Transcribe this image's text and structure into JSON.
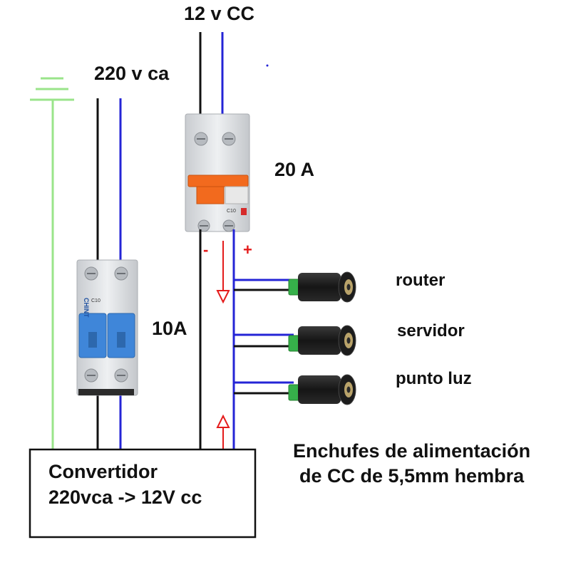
{
  "labels": {
    "dc_input": "12 v CC",
    "ac_input": "220 v ca",
    "breaker_dc_rating": "20 A",
    "breaker_ac_rating": "10A",
    "negative_sign": "-",
    "positive_sign": "+",
    "converter_line1": "Convertidor",
    "converter_line2": "220vca -> 12V cc",
    "connectors_line1": "Enchufes de alimentación",
    "connectors_line2": "de CC de 5,5mm hembra"
  },
  "outputs": [
    {
      "label": "router"
    },
    {
      "label": "servidor"
    },
    {
      "label": "punto luz"
    }
  ],
  "breaker_ac_markings": {
    "brand": "CHINT",
    "model": "C10"
  },
  "breaker_dc_markings": {
    "model": "C10"
  },
  "colors": {
    "wire_negative": "#111111",
    "wire_positive": "#2424d6",
    "wire_ground": "#9ae48a",
    "arrow": "#e41b1b",
    "breaker_ac_handle": "#3f86d9",
    "breaker_dc_handle": "#f26a1e",
    "connector_body": "#1a1a1a",
    "connector_terminal": "#36b04a"
  }
}
